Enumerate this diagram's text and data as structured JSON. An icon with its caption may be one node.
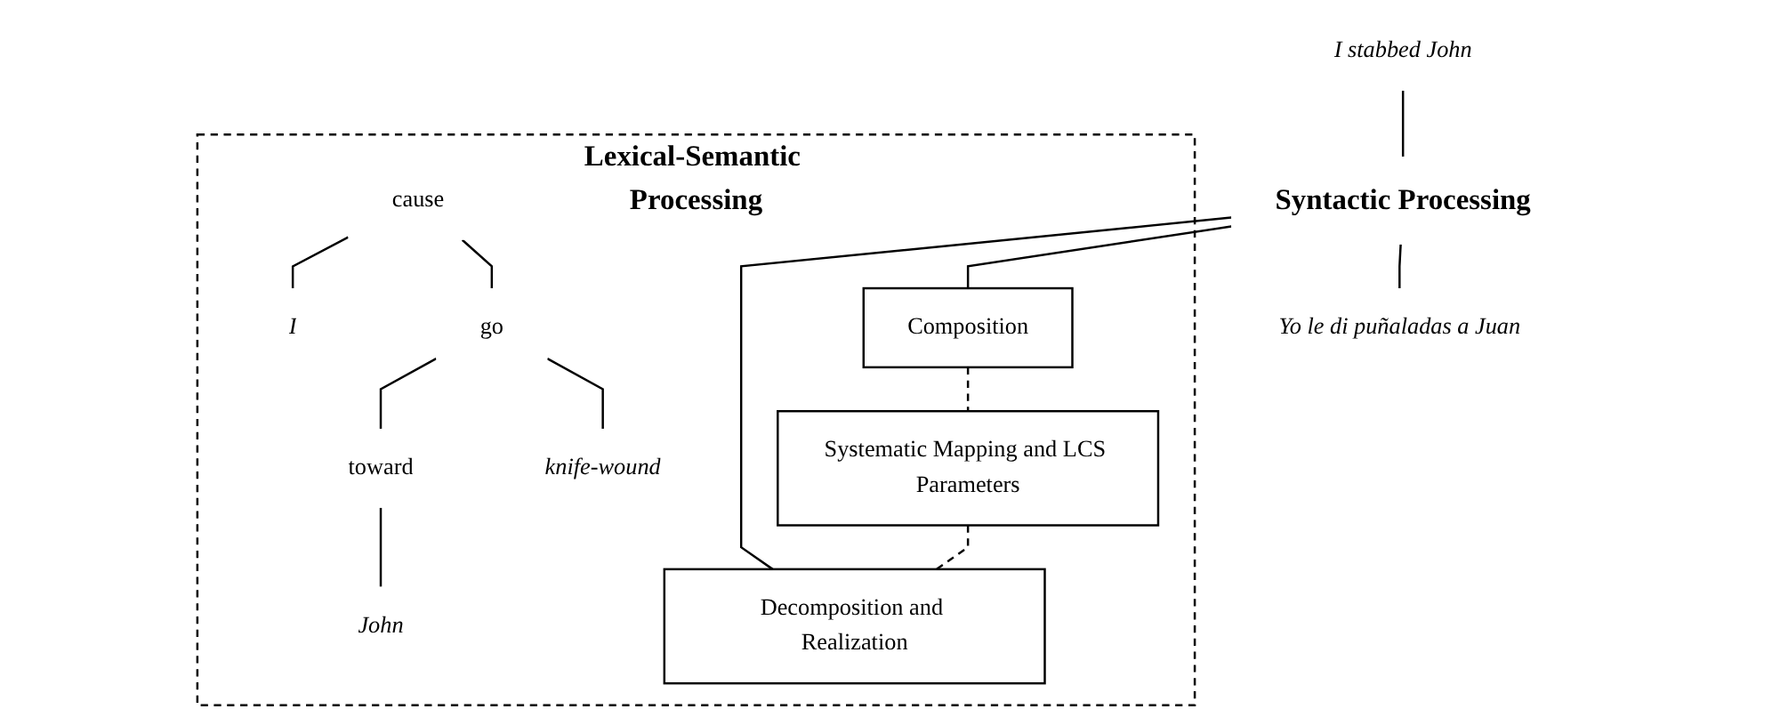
{
  "diagram": {
    "nodes": [
      {
        "text": [
          "I stabbed John"
        ]
      },
      {
        "text": [
          "Syntactic Processing"
        ]
      },
      {
        "text": [
          "Yo le di puñaladas a Juan"
        ]
      },
      {
        "text": [
          "Lexical-Semantic Processing"
        ]
      },
      {
        "text": [
          "cause"
        ],
        "in": 3
      },
      {
        "text": [
          "I"
        ],
        "in": 3
      },
      {
        "text": [
          "go"
        ],
        "in": 3
      },
      {
        "text": [
          "toward"
        ],
        "in": 3
      },
      {
        "text": [
          "knife-wound"
        ],
        "in": 3
      },
      {
        "text": [
          "John"
        ],
        "in": 3
      },
      {
        "text": [
          "Composition"
        ],
        "in": 3
      },
      {
        "text": [
          "Systematic Mapping and LCS Parameters"
        ],
        "in": 3
      },
      {
        "text": [
          "Decomposition and Realization"
        ],
        "in": 3
      }
    ],
    "edges": [
      {
        "from": 0,
        "to": 1,
        "arrow": "none"
      },
      {
        "from": 1,
        "to": 2,
        "arrow": "none"
      },
      {
        "from": 1,
        "to": 10,
        "arrow": "none"
      },
      {
        "from": 1,
        "to": 12,
        "arrow": "none"
      },
      {
        "from": 4,
        "to": 5,
        "arrow": "none"
      },
      {
        "from": 4,
        "to": 6,
        "arrow": "none"
      },
      {
        "from": 6,
        "to": 8,
        "arrow": "none"
      },
      {
        "from": 6,
        "to": 7,
        "arrow": "none"
      },
      {
        "from": 7,
        "to": 9,
        "arrow": "none"
      },
      {
        "from": 10,
        "to": 11,
        "arrow": "none",
        "style": "dashed"
      },
      {
        "from": 11,
        "to": 12,
        "arrow": "none",
        "style": "dashed"
      }
    ]
  }
}
